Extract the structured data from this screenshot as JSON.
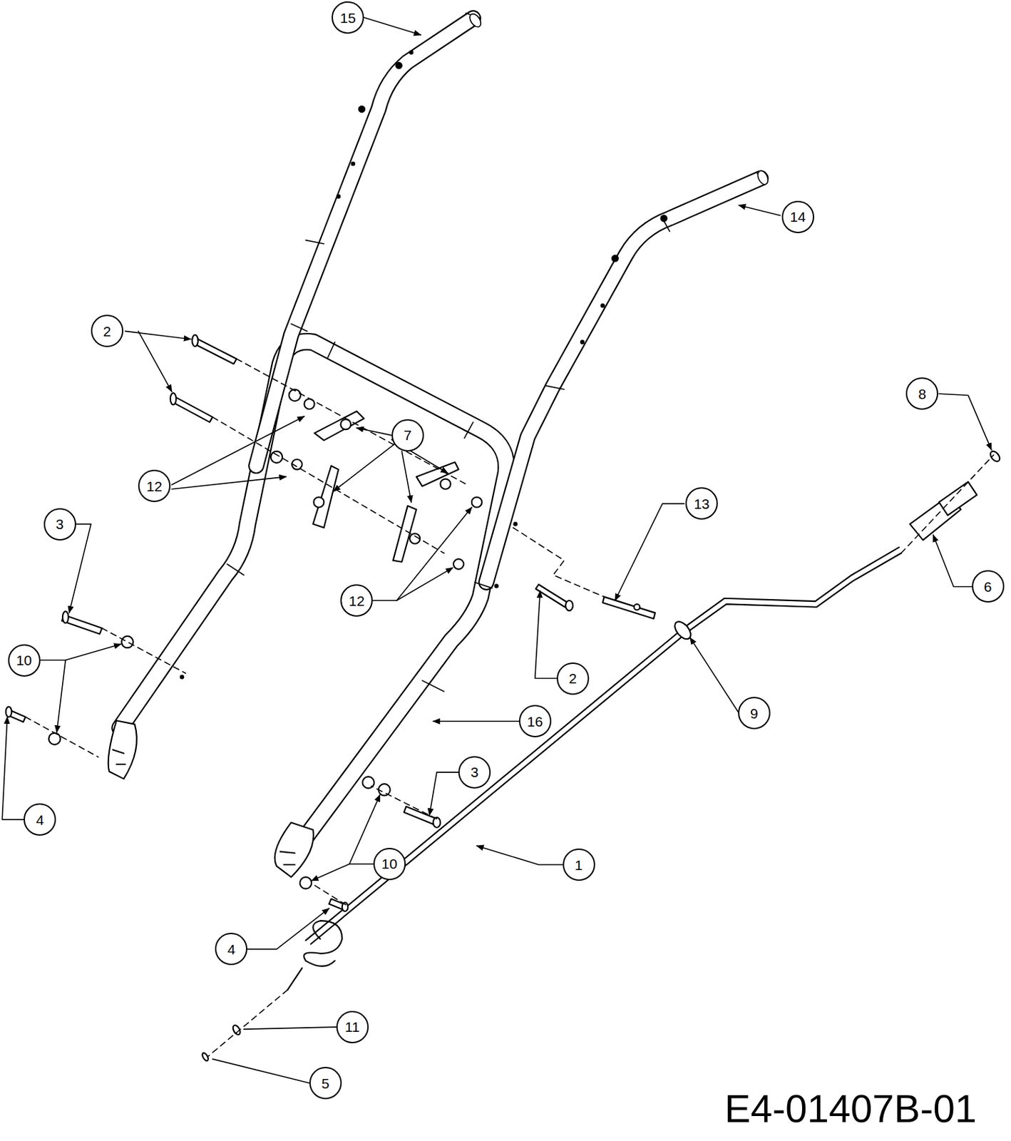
{
  "diagram": {
    "nodes": [
      {
        "text": [
          "15"
        ]
      },
      {
        "text": [
          "14"
        ]
      },
      {
        "text": [
          "2"
        ]
      },
      {
        "text": [
          "8"
        ]
      },
      {
        "text": [
          "7"
        ]
      },
      {
        "text": [
          "12"
        ]
      },
      {
        "text": [
          "13"
        ]
      },
      {
        "text": [
          "3"
        ]
      },
      {
        "text": [
          "6"
        ]
      },
      {
        "text": [
          "12"
        ]
      },
      {
        "text": [
          "10"
        ]
      },
      {
        "text": [
          "2"
        ]
      },
      {
        "text": [
          "9"
        ]
      },
      {
        "text": [
          "16"
        ]
      },
      {
        "text": [
          "3"
        ]
      },
      {
        "text": [
          "4"
        ]
      },
      {
        "text": [
          "10"
        ]
      },
      {
        "text": [
          "1"
        ]
      },
      {
        "text": [
          "4"
        ]
      },
      {
        "text": [
          "11"
        ]
      },
      {
        "text": [
          "5"
        ]
      }
    ],
    "labels": [
      "E4-01407B-01"
    ]
  }
}
